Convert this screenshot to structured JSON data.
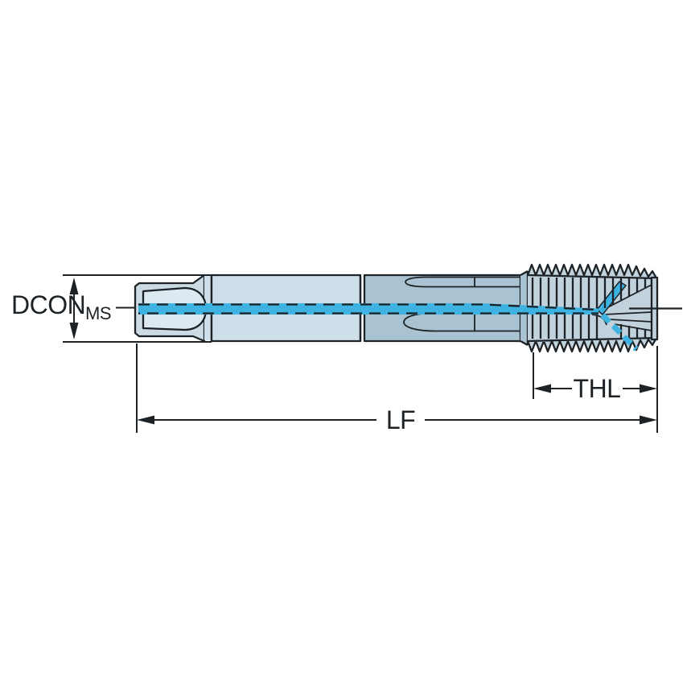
{
  "diagram": {
    "type": "technical-dimension-drawing",
    "labels": {
      "dcon_main": "DCON",
      "dcon_sub": "MS",
      "thl": "THL",
      "lf": "LF"
    },
    "colors": {
      "background": "#ffffff",
      "outline": "#1c2226",
      "square": "#ccdae4",
      "boss": "#dde9f1",
      "body_light": "#cfdfe9",
      "body_medium": "#a9c3d3",
      "thread": "#c2d2dd",
      "coolant": "#3eb3e2"
    }
  }
}
